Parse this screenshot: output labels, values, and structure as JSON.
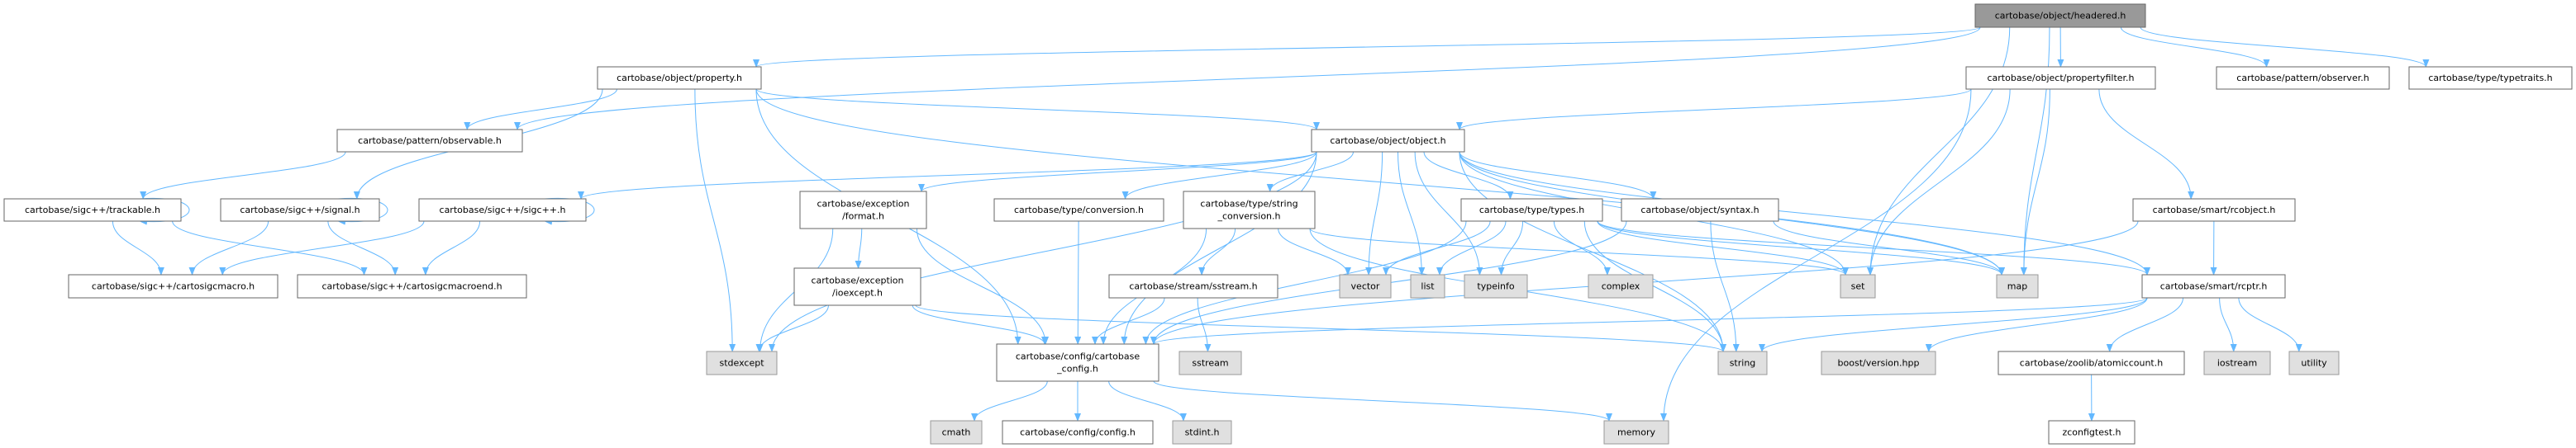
{
  "graph": {
    "title": "cartobase/object/headered.h",
    "nodes": {
      "headered": {
        "label": [
          "cartobase/object/headered.h"
        ],
        "kind": "root"
      },
      "property": {
        "label": [
          "cartobase/object/property.h"
        ],
        "kind": "file"
      },
      "propertyfilter": {
        "label": [
          "cartobase/object/propertyfilter.h"
        ],
        "kind": "file"
      },
      "observer": {
        "label": [
          "cartobase/pattern/observer.h"
        ],
        "kind": "file"
      },
      "typetraits": {
        "label": [
          "cartobase/type/typetraits.h"
        ],
        "kind": "file"
      },
      "observable": {
        "label": [
          "cartobase/pattern/observable.h"
        ],
        "kind": "file"
      },
      "object": {
        "label": [
          "cartobase/object/object.h"
        ],
        "kind": "file"
      },
      "trackable": {
        "label": [
          "cartobase/sigc++/trackable.h"
        ],
        "kind": "file"
      },
      "signal": {
        "label": [
          "cartobase/sigc++/signal.h"
        ],
        "kind": "file"
      },
      "sigcpp": {
        "label": [
          "cartobase/sigc++/sigc++.h"
        ],
        "kind": "file"
      },
      "format": {
        "label": [
          "cartobase/exception",
          "/format.h"
        ],
        "kind": "file"
      },
      "conversion": {
        "label": [
          "cartobase/type/conversion.h"
        ],
        "kind": "file"
      },
      "stringconv": {
        "label": [
          "cartobase/type/string",
          "_conversion.h"
        ],
        "kind": "file"
      },
      "types": {
        "label": [
          "cartobase/type/types.h"
        ],
        "kind": "file"
      },
      "syntax": {
        "label": [
          "cartobase/object/syntax.h"
        ],
        "kind": "file"
      },
      "rcobject": {
        "label": [
          "cartobase/smart/rcobject.h"
        ],
        "kind": "file"
      },
      "macro": {
        "label": [
          "cartobase/sigc++/cartosigcmacro.h"
        ],
        "kind": "file"
      },
      "macroend": {
        "label": [
          "cartobase/sigc++/cartosigcmacroend.h"
        ],
        "kind": "file"
      },
      "ioexcept": {
        "label": [
          "cartobase/exception",
          "/ioexcept.h"
        ],
        "kind": "file"
      },
      "sstreamh": {
        "label": [
          "cartobase/stream/sstream.h"
        ],
        "kind": "file"
      },
      "vector": {
        "label": [
          "vector"
        ],
        "kind": "sys"
      },
      "list": {
        "label": [
          "list"
        ],
        "kind": "sys"
      },
      "typeinfo": {
        "label": [
          "typeinfo"
        ],
        "kind": "sys"
      },
      "complex": {
        "label": [
          "complex"
        ],
        "kind": "sys"
      },
      "set": {
        "label": [
          "set"
        ],
        "kind": "sys"
      },
      "map": {
        "label": [
          "map"
        ],
        "kind": "sys"
      },
      "rcptr": {
        "label": [
          "cartobase/smart/rcptr.h"
        ],
        "kind": "file"
      },
      "stdexcept": {
        "label": [
          "stdexcept"
        ],
        "kind": "sys"
      },
      "config": {
        "label": [
          "cartobase/config/cartobase",
          "_config.h"
        ],
        "kind": "file"
      },
      "sstream": {
        "label": [
          "sstream"
        ],
        "kind": "sys"
      },
      "string": {
        "label": [
          "string"
        ],
        "kind": "sys"
      },
      "boostversion": {
        "label": [
          "boost/version.hpp"
        ],
        "kind": "sys"
      },
      "atomiccount": {
        "label": [
          "cartobase/zoolib/atomiccount.h"
        ],
        "kind": "file"
      },
      "iostream": {
        "label": [
          "iostream"
        ],
        "kind": "sys"
      },
      "utility": {
        "label": [
          "utility"
        ],
        "kind": "sys"
      },
      "cmath": {
        "label": [
          "cmath"
        ],
        "kind": "sys"
      },
      "configh": {
        "label": [
          "cartobase/config/config.h"
        ],
        "kind": "file"
      },
      "stdint": {
        "label": [
          "stdint.h"
        ],
        "kind": "sys"
      },
      "memory": {
        "label": [
          "memory"
        ],
        "kind": "sys"
      },
      "zconfigtest": {
        "label": [
          "zconfigtest.h"
        ],
        "kind": "file"
      }
    },
    "edges": [
      [
        "headered",
        "property"
      ],
      [
        "headered",
        "observable"
      ],
      [
        "headered",
        "propertyfilter"
      ],
      [
        "headered",
        "observer"
      ],
      [
        "headered",
        "typetraits"
      ],
      [
        "headered",
        "set"
      ],
      [
        "headered",
        "map"
      ],
      [
        "property",
        "observable"
      ],
      [
        "property",
        "signal"
      ],
      [
        "property",
        "stdexcept"
      ],
      [
        "property",
        "config"
      ],
      [
        "property",
        "object"
      ],
      [
        "property",
        "map"
      ],
      [
        "propertyfilter",
        "object"
      ],
      [
        "propertyfilter",
        "set"
      ],
      [
        "propertyfilter",
        "map"
      ],
      [
        "propertyfilter",
        "rcobject"
      ],
      [
        "propertyfilter",
        "memory"
      ],
      [
        "observable",
        "trackable"
      ],
      [
        "trackable",
        "trackable"
      ],
      [
        "trackable",
        "macro"
      ],
      [
        "trackable",
        "macroend"
      ],
      [
        "signal",
        "signal"
      ],
      [
        "signal",
        "macro"
      ],
      [
        "signal",
        "macroend"
      ],
      [
        "sigcpp",
        "sigcpp"
      ],
      [
        "sigcpp",
        "macro"
      ],
      [
        "sigcpp",
        "macroend"
      ],
      [
        "object",
        "sigcpp"
      ],
      [
        "object",
        "format"
      ],
      [
        "object",
        "conversion"
      ],
      [
        "object",
        "stringconv"
      ],
      [
        "object",
        "types"
      ],
      [
        "object",
        "syntax"
      ],
      [
        "object",
        "vector"
      ],
      [
        "object",
        "list"
      ],
      [
        "object",
        "typeinfo"
      ],
      [
        "object",
        "set"
      ],
      [
        "object",
        "map"
      ],
      [
        "object",
        "string"
      ],
      [
        "object",
        "rcptr"
      ],
      [
        "object",
        "stdexcept"
      ],
      [
        "object",
        "config"
      ],
      [
        "format",
        "ioexcept"
      ],
      [
        "format",
        "stdexcept"
      ],
      [
        "format",
        "config"
      ],
      [
        "ioexcept",
        "stdexcept"
      ],
      [
        "ioexcept",
        "config"
      ],
      [
        "ioexcept",
        "string"
      ],
      [
        "conversion",
        "config"
      ],
      [
        "stringconv",
        "sstreamh"
      ],
      [
        "stringconv",
        "vector"
      ],
      [
        "stringconv",
        "string"
      ],
      [
        "stringconv",
        "config"
      ],
      [
        "stringconv",
        "set"
      ],
      [
        "sstreamh",
        "sstream"
      ],
      [
        "sstreamh",
        "config"
      ],
      [
        "types",
        "vector"
      ],
      [
        "types",
        "list"
      ],
      [
        "types",
        "typeinfo"
      ],
      [
        "types",
        "complex"
      ],
      [
        "types",
        "set"
      ],
      [
        "types",
        "map"
      ],
      [
        "types",
        "string"
      ],
      [
        "types",
        "rcptr"
      ],
      [
        "types",
        "config"
      ],
      [
        "syntax",
        "map"
      ],
      [
        "syntax",
        "string"
      ],
      [
        "syntax",
        "config"
      ],
      [
        "rcobject",
        "rcptr"
      ],
      [
        "rcobject",
        "config"
      ],
      [
        "rcptr",
        "string"
      ],
      [
        "rcptr",
        "boostversion"
      ],
      [
        "rcptr",
        "atomiccount"
      ],
      [
        "rcptr",
        "iostream"
      ],
      [
        "rcptr",
        "utility"
      ],
      [
        "rcptr",
        "config"
      ],
      [
        "config",
        "cmath"
      ],
      [
        "config",
        "configh"
      ],
      [
        "config",
        "stdint"
      ],
      [
        "config",
        "memory"
      ],
      [
        "atomiccount",
        "zconfigtest"
      ]
    ],
    "colors": {
      "edge": "#63b8ff",
      "node_fill": "#ffffff",
      "node_border": "#666666",
      "system_fill": "#e0e0e0",
      "root_fill": "#999999"
    }
  }
}
